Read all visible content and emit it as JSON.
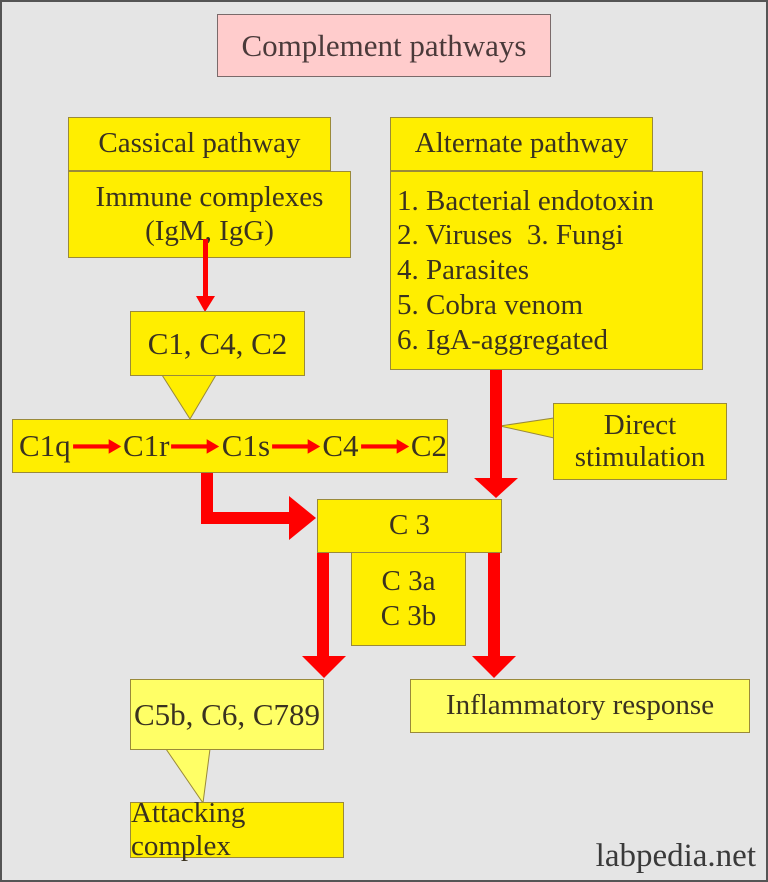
{
  "title": "Complement pathways",
  "classical": {
    "header": "Cassical pathway",
    "trigger_lines": [
      "Immune complexes",
      "(IgM, IgG)"
    ]
  },
  "alternate": {
    "header": "Alternate pathway",
    "triggers": [
      "1. Bacterial endotoxin",
      "2. Viruses  3. Fungi",
      "4. Parasites",
      "5. Cobra venom",
      "6. IgA-aggregated"
    ]
  },
  "early_components": "C1, C4, C2",
  "cascade": [
    "C1q",
    "C1r",
    "C1s",
    "C4",
    "C2"
  ],
  "direct_stimulation_lines": [
    "Direct",
    "stimulation"
  ],
  "c3": {
    "label": "C 3",
    "fragments": [
      "C 3a",
      "C 3b"
    ]
  },
  "late_components": "C5b, C6, C789",
  "inflammatory": "Inflammatory response",
  "attacking": "Attacking complex",
  "watermark": "labpedia.net",
  "colors": {
    "background": "#e5e5e5",
    "box_yellow": "#ffee00",
    "box_light_yellow": "#ffff66",
    "title_pink": "#ffcccc",
    "arrow_red": "#ff0000"
  }
}
